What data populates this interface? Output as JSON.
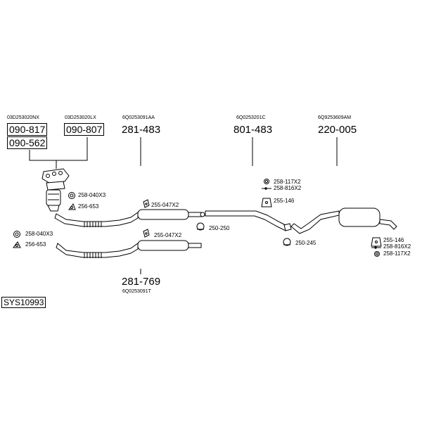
{
  "diagram": {
    "system_code": "SYS10993",
    "oe_numbers": [
      "03D253020NX",
      "03D253020LX",
      "6Q0253091AA",
      "6Q0253201C",
      "6Q9253609AM",
      "6Q0253091T"
    ],
    "parts": {
      "cat_nx": "090-817",
      "cat_lx": "090-807",
      "cat_alt": "090-562",
      "front_pipe_upper": "281-483",
      "front_pipe_lower": "281-769",
      "centre_silencer": "801-483",
      "rear_silencer": "220-005"
    },
    "fittings": {
      "nut_upper": "258-040X3",
      "gasket_upper": "256-653",
      "nut_lower": "258-040X3",
      "gasket_lower": "256-653",
      "mount_upper": "255-047X2",
      "mount_lower": "255-047X2",
      "clamp_front": "250-250",
      "ring_centre": "258-117X2",
      "bolt_centre": "258-816X2",
      "mount_centre": "255-146",
      "clamp_rear": "250-245",
      "mount_rear": "255-146",
      "bolt_rear": "258-816X2",
      "ring_rear": "258-117X2"
    }
  }
}
